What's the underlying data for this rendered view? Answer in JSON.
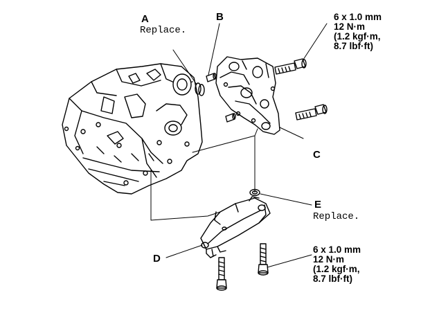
{
  "callouts": {
    "a": {
      "letter": "A",
      "note": "Replace."
    },
    "b": {
      "letter": "B"
    },
    "c": {
      "letter": "C"
    },
    "d": {
      "letter": "D"
    },
    "e": {
      "letter": "E",
      "note": "Replace."
    }
  },
  "torque_top": {
    "line1": "6 x 1.0 mm",
    "line2": "12 N·m",
    "line3": "(1.2 kgf·m,",
    "line4": "8.7 lbf·ft)"
  },
  "torque_bottom": {
    "line1": "6 x 1.0 mm",
    "line2": "12 N·m",
    "line3": "(1.2 kgf·m,",
    "line4": "8.7 lbf·ft)"
  },
  "colors": {
    "ink": "#000000",
    "paper": "#ffffff"
  }
}
